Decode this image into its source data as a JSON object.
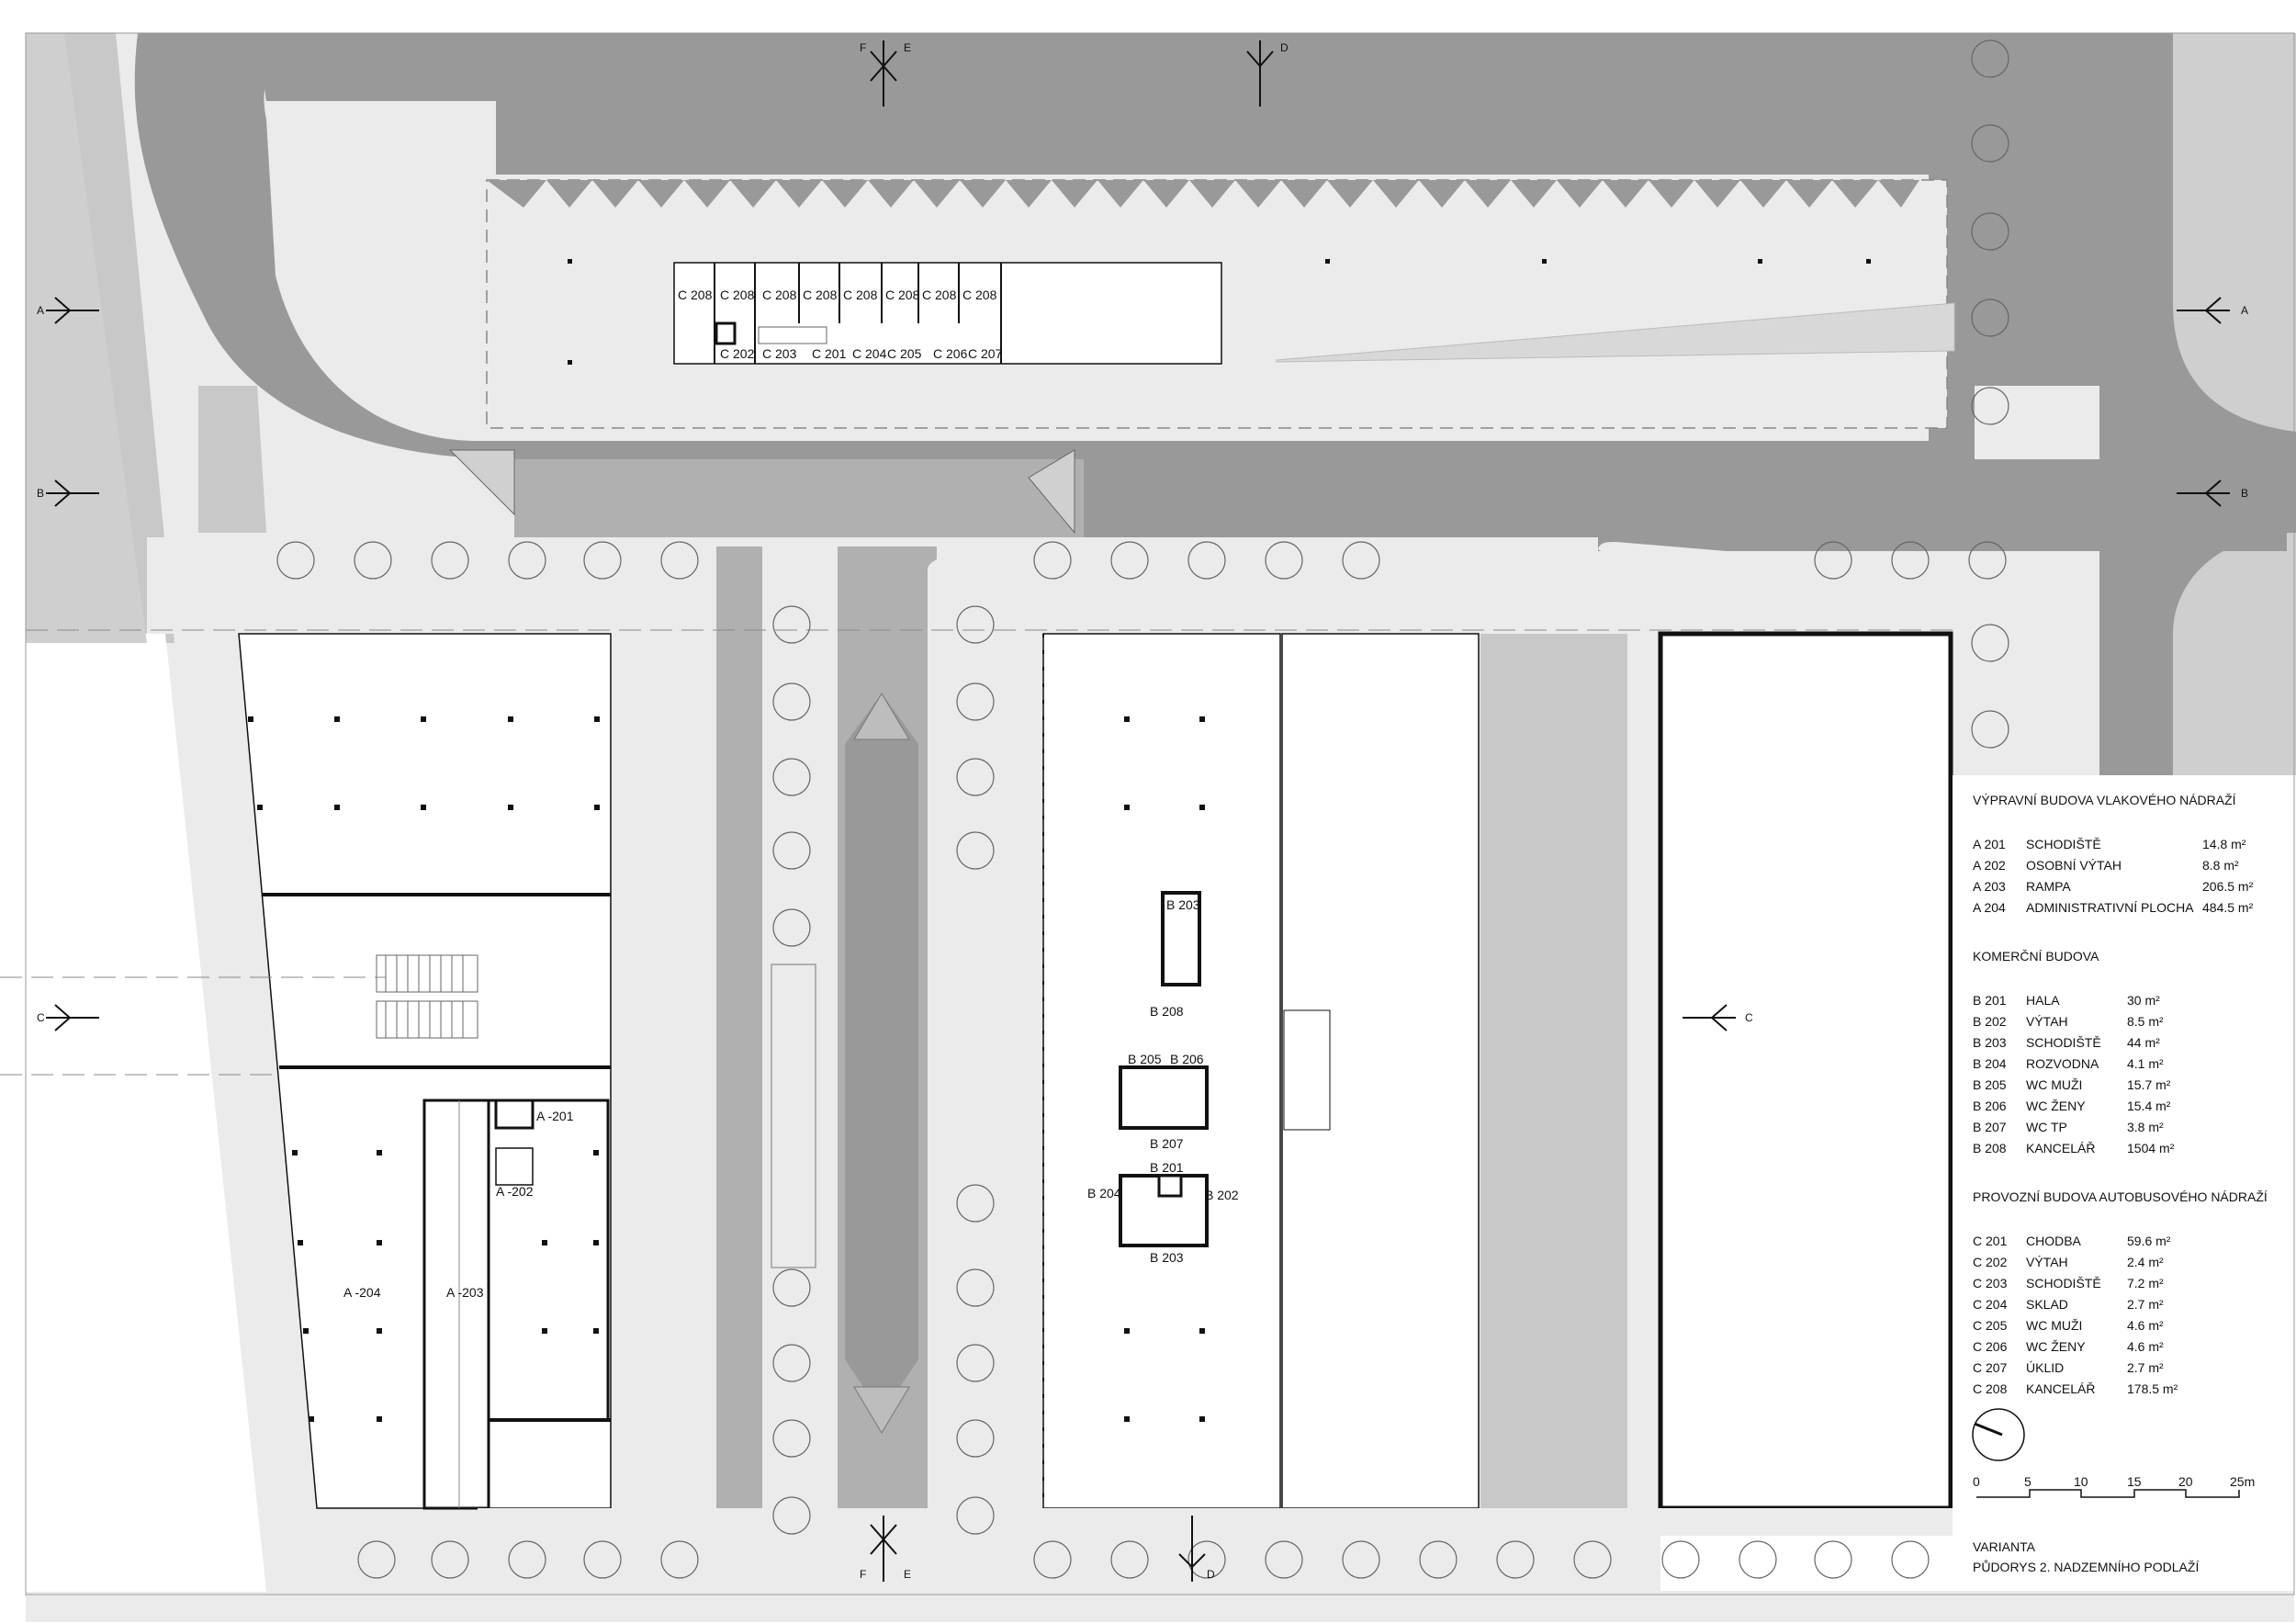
{
  "sections": {
    "a": "A",
    "b": "B",
    "c": "C",
    "d": "D",
    "e": "E",
    "f": "F"
  },
  "rooms": {
    "c208": "C 208",
    "c202": "C 202",
    "c203": "C 203",
    "c201": "C 201",
    "c204": "C 204",
    "c205": "C 205",
    "c206": "C 206",
    "c207": "C 207",
    "a201": "A -201",
    "a202": "A -202",
    "a203": "A -203",
    "a204": "A -204",
    "b201": "B 201",
    "b202": "B 202",
    "b203": "B 203",
    "b204": "B 204",
    "b205": "B 205",
    "b206": "B 206",
    "b207": "B 207",
    "b208": "B 208"
  },
  "legend": {
    "a_heading": "VÝPRAVNÍ BUDOVA VLAKOVÉHO NÁDRAŽÍ",
    "a_items": [
      {
        "code": "A 201",
        "name": "SCHODIŠTĚ",
        "area": "14.8 m²"
      },
      {
        "code": "A 202",
        "name": "OSOBNÍ VÝTAH",
        "area": "8.8 m²"
      },
      {
        "code": "A 203",
        "name": "RAMPA",
        "area": "206.5 m²"
      },
      {
        "code": "A 204",
        "name": "ADMINISTRATIVNÍ PLOCHA",
        "area": "484.5 m²"
      }
    ],
    "b_heading": "KOMERČNÍ BUDOVA",
    "b_items": [
      {
        "code": "B 201",
        "name": "HALA",
        "area": "30 m²"
      },
      {
        "code": "B 202",
        "name": "VÝTAH",
        "area": "8.5 m²"
      },
      {
        "code": "B 203",
        "name": "SCHODIŠTĚ",
        "area": "44 m²"
      },
      {
        "code": "B 204",
        "name": "ROZVODNA",
        "area": "4.1 m²"
      },
      {
        "code": "B 205",
        "name": "WC MUŽI",
        "area": "15.7 m²"
      },
      {
        "code": "B 206",
        "name": "WC ŽENY",
        "area": "15.4 m²"
      },
      {
        "code": "B 207",
        "name": "WC TP",
        "area": "3.8 m²"
      },
      {
        "code": "B 208",
        "name": "KANCELÁŘ",
        "area": "1504 m²"
      }
    ],
    "c_heading": "PROVOZNÍ BUDOVA AUTOBUSOVÉHO NÁDRAŽÍ",
    "c_items": [
      {
        "code": "C 201",
        "name": "CHODBA",
        "area": "59.6 m²"
      },
      {
        "code": "C 202",
        "name": "VÝTAH",
        "area": "2.4 m²"
      },
      {
        "code": "C 203",
        "name": "SCHODIŠTĚ",
        "area": "7.2 m²"
      },
      {
        "code": "C 204",
        "name": "SKLAD",
        "area": "2.7 m²"
      },
      {
        "code": "C 205",
        "name": "WC MUŽI",
        "area": "4.6 m²"
      },
      {
        "code": "C 206",
        "name": "WC ŽENY",
        "area": "4.6 m²"
      },
      {
        "code": "C 207",
        "name": "ÚKLID",
        "area": "2.7 m²"
      },
      {
        "code": "C 208",
        "name": "KANCELÁŘ",
        "area": "178.5 m²"
      }
    ]
  },
  "scale": {
    "ticks": [
      "0",
      "5",
      "10",
      "15",
      "20",
      "25m"
    ]
  },
  "footer": {
    "line1": "VARIANTA",
    "line2": "PŮDORYS 2. NADZEMNÍHO PODLAŽÍ"
  },
  "icons": [
    "north-arrow-icon",
    "section-mark-icon",
    "tree-icon",
    "stair-icon",
    "door-icon"
  ],
  "colors": {
    "road": "#999999",
    "road_mid": "#b0b0b0",
    "pavement": "#ebebeb",
    "side": "#c8c8c8",
    "building": "#ffffff",
    "line": "#111111"
  }
}
